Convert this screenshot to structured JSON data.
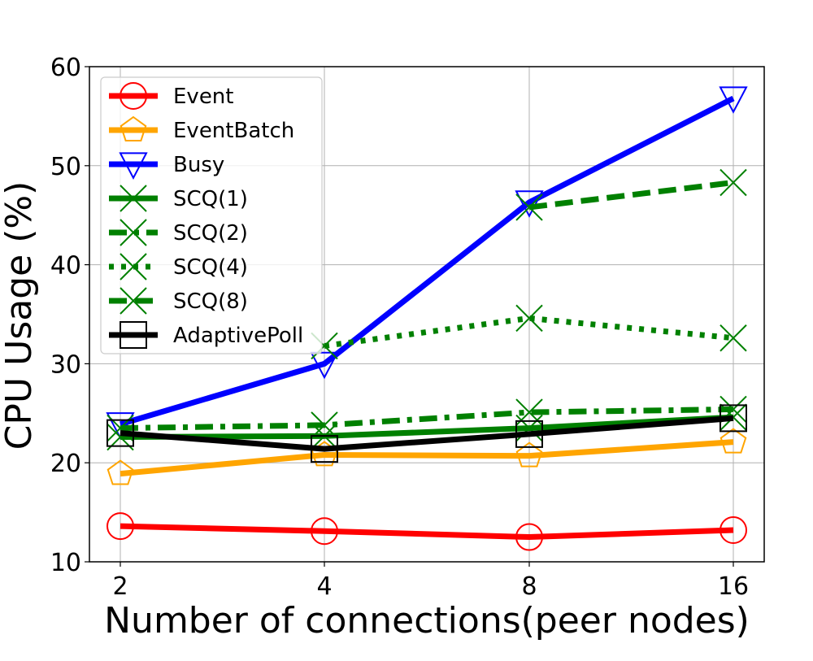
{
  "chart_data": {
    "type": "line",
    "xlabel": "Number of connections(peer nodes)",
    "ylabel": "CPU Usage (%)",
    "categories": [
      "2",
      "4",
      "8",
      "16"
    ],
    "ylim": [
      10,
      60
    ],
    "yticks": [
      "10",
      "20",
      "30",
      "40",
      "50",
      "60"
    ],
    "grid": true,
    "legend_position": "upper-left",
    "series": [
      {
        "name": "Event",
        "values": [
          13.6,
          13.1,
          12.5,
          13.2
        ],
        "color": "#ff0000",
        "marker": "circle",
        "linestyle": "solid"
      },
      {
        "name": "EventBatch",
        "values": [
          18.9,
          20.8,
          20.7,
          22.1
        ],
        "color": "#ffa500",
        "marker": "pentagon",
        "linestyle": "solid"
      },
      {
        "name": "Busy",
        "values": [
          23.9,
          30.0,
          46.3,
          56.8
        ],
        "color": "#0000ff",
        "marker": "triangle-down",
        "linestyle": "solid"
      },
      {
        "name": "SCQ(1)",
        "values": [
          22.6,
          22.7,
          23.5,
          24.6
        ],
        "color": "#008000",
        "marker": "x",
        "linestyle": "solid"
      },
      {
        "name": "SCQ(2)",
        "values": [
          23.5,
          23.8,
          25.1,
          25.4
        ],
        "color": "#008000",
        "marker": "x",
        "linestyle": "dashdot"
      },
      {
        "name": "SCQ(4)",
        "values": [
          null,
          31.8,
          34.6,
          32.6
        ],
        "color": "#008000",
        "marker": "x",
        "linestyle": "dotted"
      },
      {
        "name": "SCQ(8)",
        "values": [
          null,
          null,
          45.8,
          48.3
        ],
        "color": "#008000",
        "marker": "x",
        "linestyle": "dashed"
      },
      {
        "name": "AdaptivePoll",
        "values": [
          23.0,
          21.4,
          22.9,
          24.5
        ],
        "color": "#000000",
        "marker": "square",
        "linestyle": "solid"
      }
    ]
  }
}
